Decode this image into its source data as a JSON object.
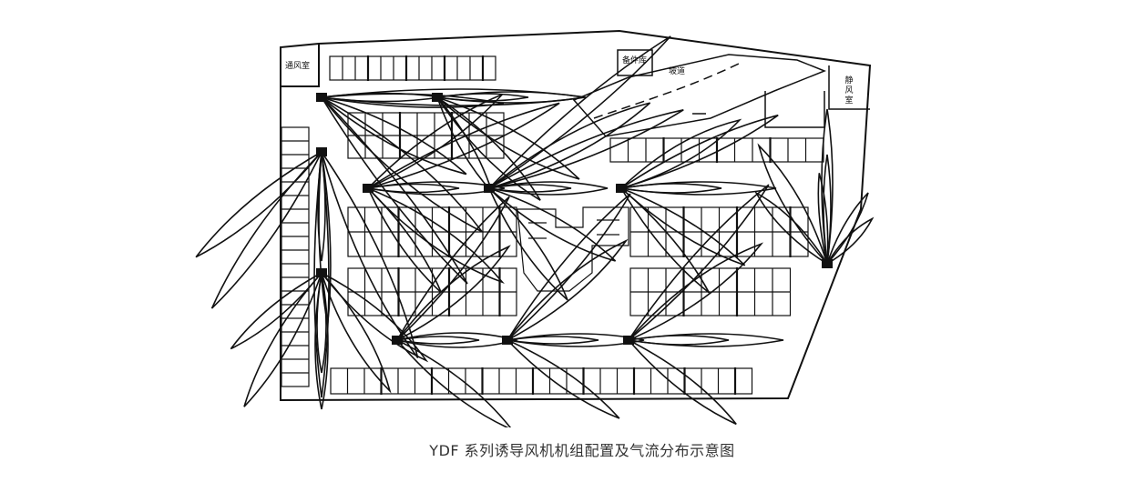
{
  "labels": {
    "ventilation_room": "通风室",
    "spare_parts_room": "备件库",
    "ramp": "坡道",
    "calm_room": "静风室"
  },
  "caption": "YDF 系列诱导风机机组配置及气流分布示意图"
}
